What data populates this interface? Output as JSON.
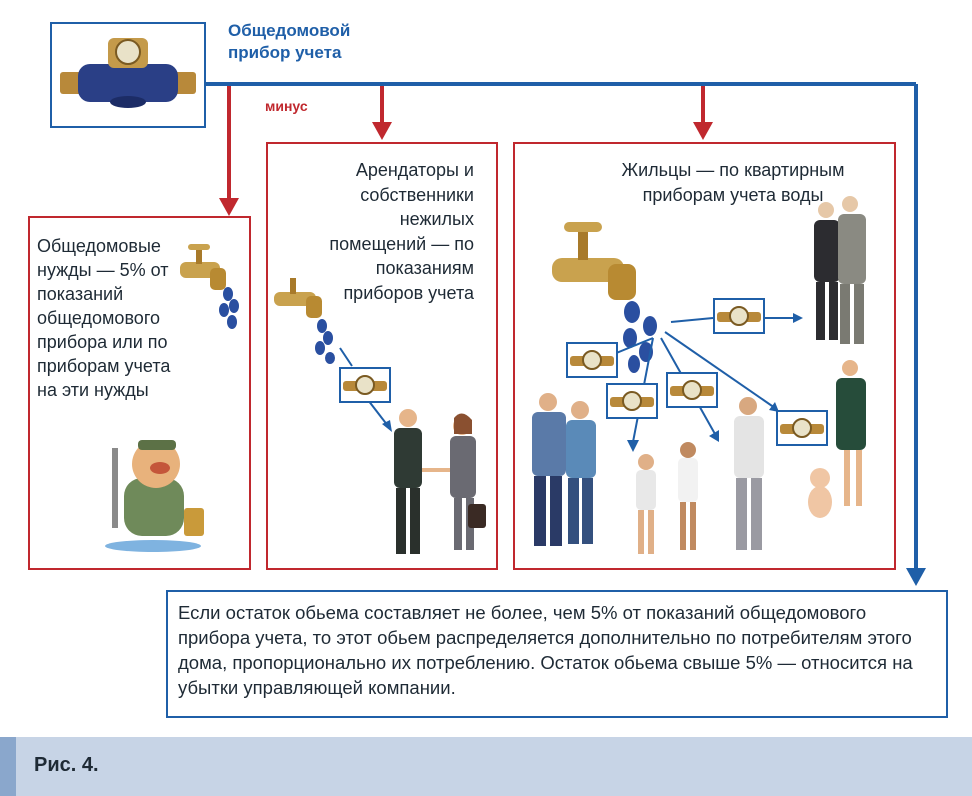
{
  "meter_title": "Общедомовой прибор учета",
  "minus_label": "минус",
  "box_common": {
    "text": "Общедомовые нужды — 5% от показаний общедомового прибора или по приборам учета на эти нужды"
  },
  "box_tenants": {
    "text": "Арендаторы и собственники нежилых помещений — по показаниям приборов учета"
  },
  "box_residents": {
    "text": "Жильцы — по квартирным приборам учета воды"
  },
  "note": {
    "text": "Если остаток обьема составляет не более, чем 5% от показаний общедомового прибора учета, то этот обьем распределяется дополнительно по потребителям этого дома, пропорционально их потреблению. Остаток обьема свыше 5% — относится на убытки управляющей компании."
  },
  "figure_caption": "Рис. 4.",
  "colors": {
    "red": "#c0282e",
    "blue": "#1f5fa8",
    "footer": "#c7d4e6",
    "footer_accent": "#8aa7cc"
  },
  "icons": [
    "water-meter-icon",
    "faucet-icon",
    "water-drops-icon",
    "plumber-illustration",
    "business-people-illustration",
    "family-illustration"
  ]
}
